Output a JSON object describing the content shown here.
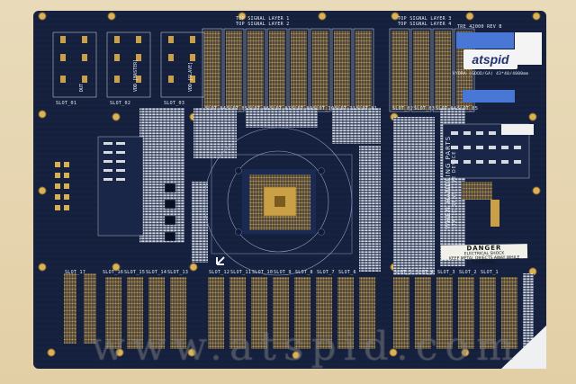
{
  "board": {
    "brand": "atspid",
    "model_line": "HYDRA (GOOD/GA) 43*40/4000mm",
    "board_id": "TRE 42000",
    "rev": "REV B",
    "warning_vertical": "WHEN HANDLING PARTS",
    "warning_vertical_2": "STATIC SENSITIVE DEVICE",
    "danger_title": "DANGER",
    "danger_line1": "ELECTRICAL SHOCK",
    "danger_line2": "KEEP METAL OBJECTS AWAY WHILE OPERATING",
    "vdd_master": "VDD [MASTER]",
    "vdd_slave": "VDD [SLAVE]",
    "aux_label": "DUT",
    "top_slots": [
      "SLOT_04",
      "SLOT_05",
      "SLOT_06",
      "SLOT_07",
      "SLOT_09",
      "SLOT_10",
      "SLOT_11",
      "SLOT_01",
      "SLOT_02",
      "SLOT_03",
      "SLOT_04",
      "SLOT_05",
      "SLOT_06"
    ],
    "top_left_slots": [
      "SLOT_01",
      "SLOT_02",
      "SLOT_03"
    ],
    "bottom_slots": [
      "SLOT_17",
      "SLOT_16",
      "SLOT_15",
      "SLOT_14",
      "SLOT_13",
      "SLOT_12",
      "SLOT_11",
      "SLOT_10",
      "SLOT_9",
      "SLOT_8",
      "SLOT_7",
      "SLOT_6",
      "SLOT_5",
      "SLOT_4",
      "SLOT_3",
      "SLOT_2",
      "SLOT_1"
    ],
    "signal_labels": [
      "TOP SIGNAL LAYER 1",
      "TOP SIGNAL LAYER 2",
      "TOP SIGNAL LAYER 3",
      "TOP SIGNAL LAYER 4"
    ]
  },
  "watermark": "www.atspid.com",
  "colors": {
    "background_wall": "#e6d5b0",
    "pcb": "#141e3c",
    "gold": "#c9a24b",
    "silver": "#d5d9de",
    "label_blue": "#4877d6"
  }
}
